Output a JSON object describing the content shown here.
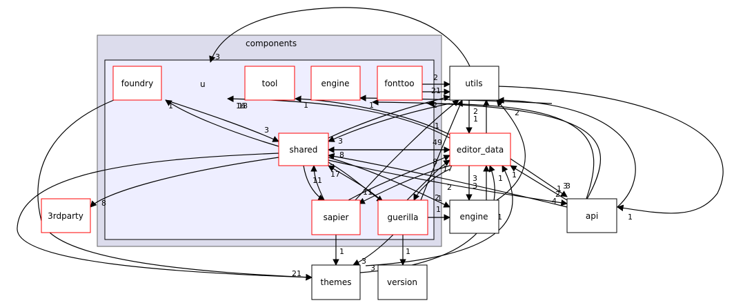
{
  "clusters": {
    "outer_label": "components",
    "inner_label": "u"
  },
  "nodes": {
    "foundry": "foundry",
    "tool": "tool",
    "engine_inner": "engine",
    "fonttoo": "fonttoo",
    "shared": "shared",
    "sapier": "sapier",
    "guerilla": "guerilla",
    "utils": "utils",
    "editor_data": "editor_data",
    "engine_outer": "engine",
    "api": "api",
    "thirdparty": "3rdparty",
    "themes": "themes",
    "version": "version"
  },
  "edge_labels": [
    "3",
    "2",
    "2",
    "1",
    "1",
    "16",
    "18",
    "1",
    "2",
    "1",
    "1",
    "2",
    "3",
    "3",
    "49",
    "8",
    "8",
    "17",
    "7",
    "17",
    "11",
    "11",
    "2",
    "1",
    "2",
    "3",
    "3",
    "1",
    "3",
    "3",
    "1",
    "1",
    "4",
    "2",
    "1",
    "8",
    "21",
    "1",
    "3",
    "3",
    "1",
    "1",
    "1",
    "2",
    "1"
  ],
  "colors": {
    "outer_cluster_fill": "#dcdcec",
    "inner_cluster_fill": "#eeeeff",
    "red_border": "#ff0000",
    "black_border": "#000000"
  }
}
